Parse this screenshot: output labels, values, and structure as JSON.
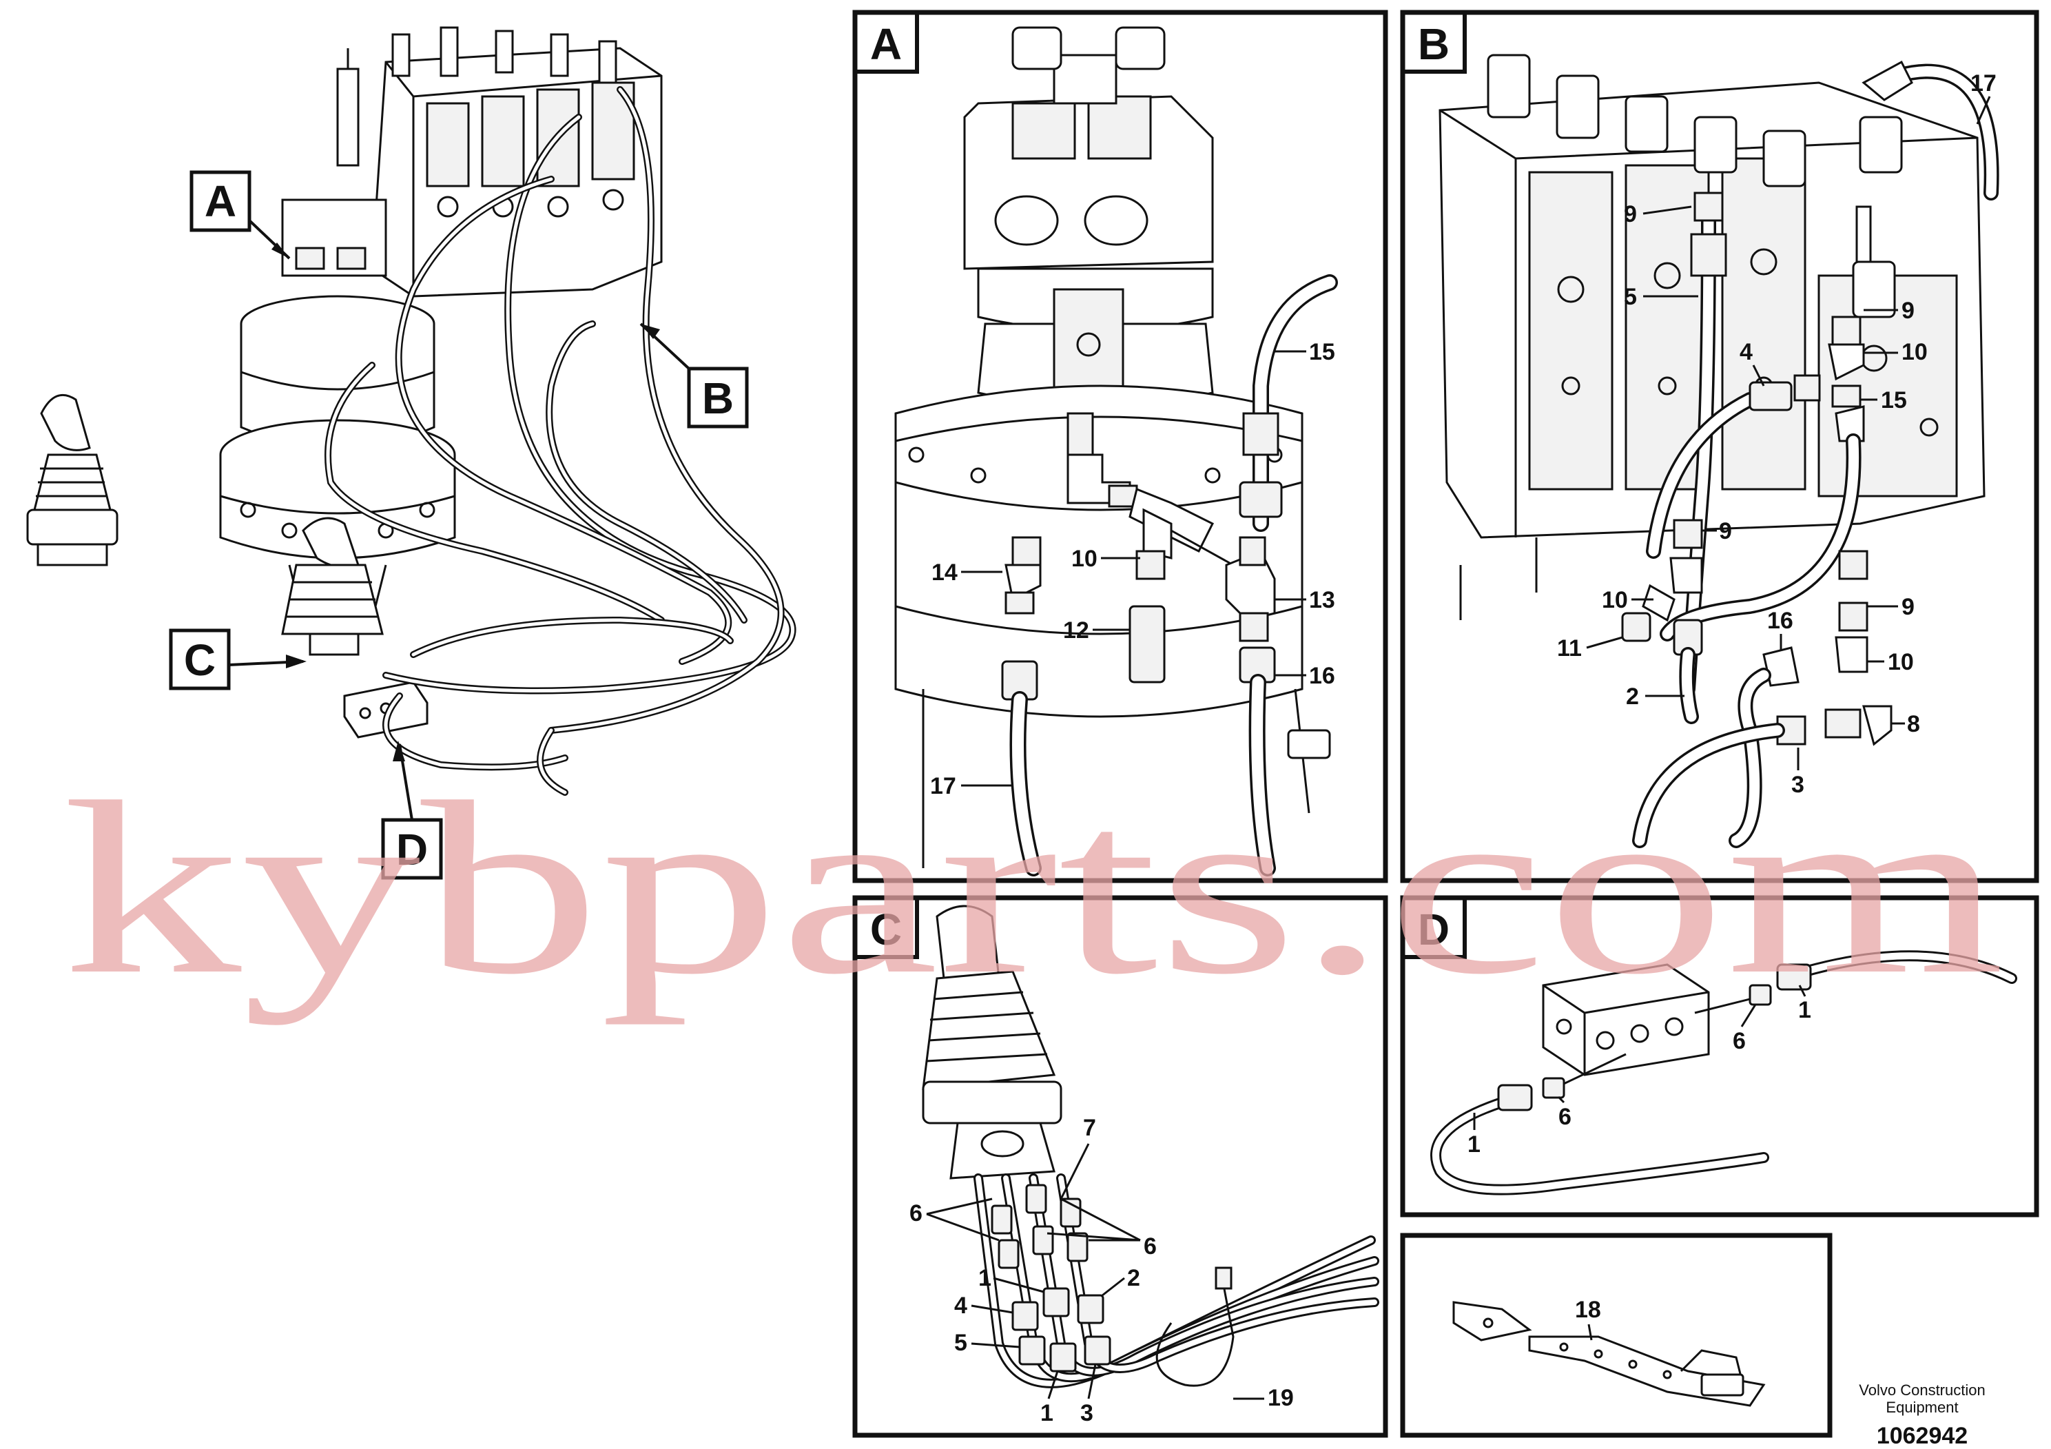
{
  "detail_letters": {
    "A": "A",
    "B": "B",
    "C": "C",
    "D": "D"
  },
  "overview_callouts": {
    "A": "A",
    "B": "B",
    "C": "C",
    "D": "D"
  },
  "panel_a_callouts": {
    "c14": "14",
    "c10": "10",
    "c12": "12",
    "c13": "13",
    "c15": "15",
    "c16": "16",
    "c17": "17"
  },
  "panel_b_callouts": {
    "c17": "17",
    "c9a": "9",
    "c5": "5",
    "c9b": "9",
    "c4": "4",
    "c10a": "10",
    "c15": "15",
    "c9c": "9",
    "c10b": "10",
    "c11": "11",
    "c2": "2",
    "c16": "16",
    "c9d": "9",
    "c10c": "10",
    "c8": "8",
    "c3": "3"
  },
  "panel_c_callouts": {
    "c7": "7",
    "c6a": "6",
    "c6b": "6",
    "c1a": "1",
    "c2": "2",
    "c4": "4",
    "c5": "5",
    "c1b": "1",
    "c3": "3",
    "c19": "19"
  },
  "panel_d_callouts": {
    "c1a": "1",
    "c6a": "6",
    "c6b": "6",
    "c1b": "1"
  },
  "panel_e_callouts": {
    "c18": "18"
  },
  "footer": {
    "manufacturer_line1": "Volvo Construction",
    "manufacturer_line2": "Equipment",
    "drawing_number": "1062942"
  },
  "watermark": "kybparts.com"
}
